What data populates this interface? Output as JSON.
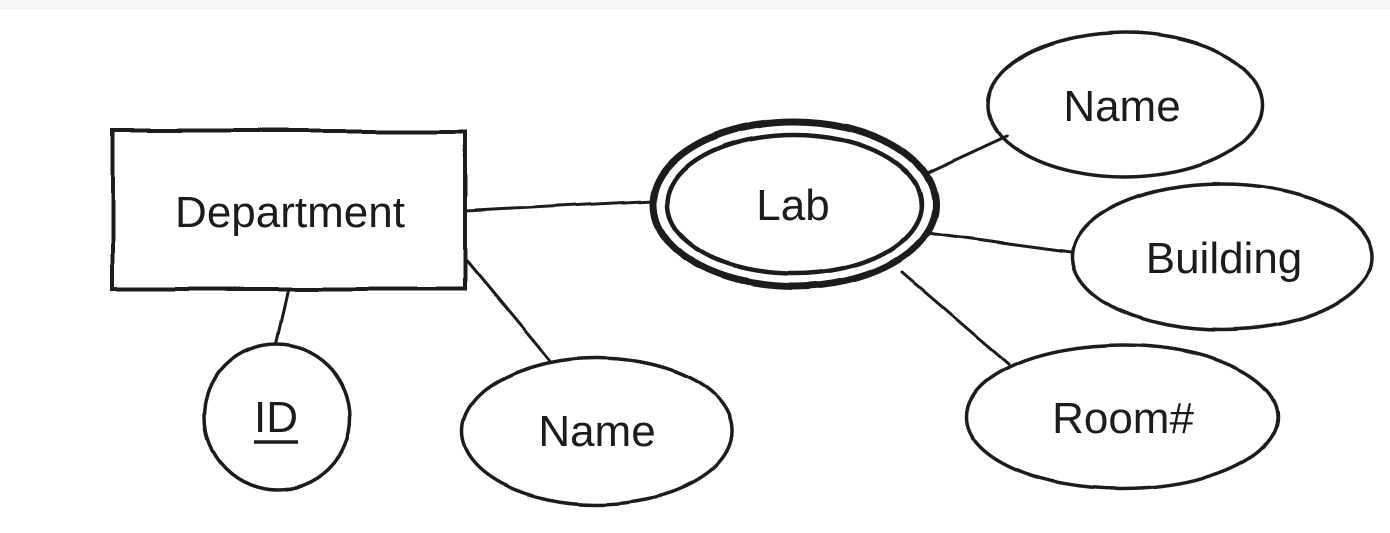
{
  "page": {
    "background_color": "#ffffff",
    "top_bar_color": "#f7f8fa"
  },
  "diagram": {
    "type": "er-diagram",
    "stroke_color": "#1c1c1c",
    "nodes": [
      {
        "id": "department",
        "label": "Department",
        "shape": "rectangle",
        "role": "entity"
      },
      {
        "id": "lab",
        "label": "Lab",
        "shape": "double-ellipse",
        "role": "multivalued-composite-attribute"
      },
      {
        "id": "department-id",
        "label": "ID",
        "shape": "ellipse",
        "role": "key-attribute",
        "underlined": true
      },
      {
        "id": "department-name",
        "label": "Name",
        "shape": "ellipse",
        "role": "attribute"
      },
      {
        "id": "lab-name",
        "label": "Name",
        "shape": "ellipse",
        "role": "attribute"
      },
      {
        "id": "lab-building",
        "label": "Building",
        "shape": "ellipse",
        "role": "attribute"
      },
      {
        "id": "lab-room",
        "label": "Room#",
        "shape": "ellipse",
        "role": "attribute"
      }
    ],
    "edges": [
      {
        "from": "department",
        "to": "lab"
      },
      {
        "from": "department",
        "to": "department-id"
      },
      {
        "from": "department",
        "to": "department-name"
      },
      {
        "from": "lab",
        "to": "lab-name"
      },
      {
        "from": "lab",
        "to": "lab-building"
      },
      {
        "from": "lab",
        "to": "lab-room"
      }
    ]
  }
}
